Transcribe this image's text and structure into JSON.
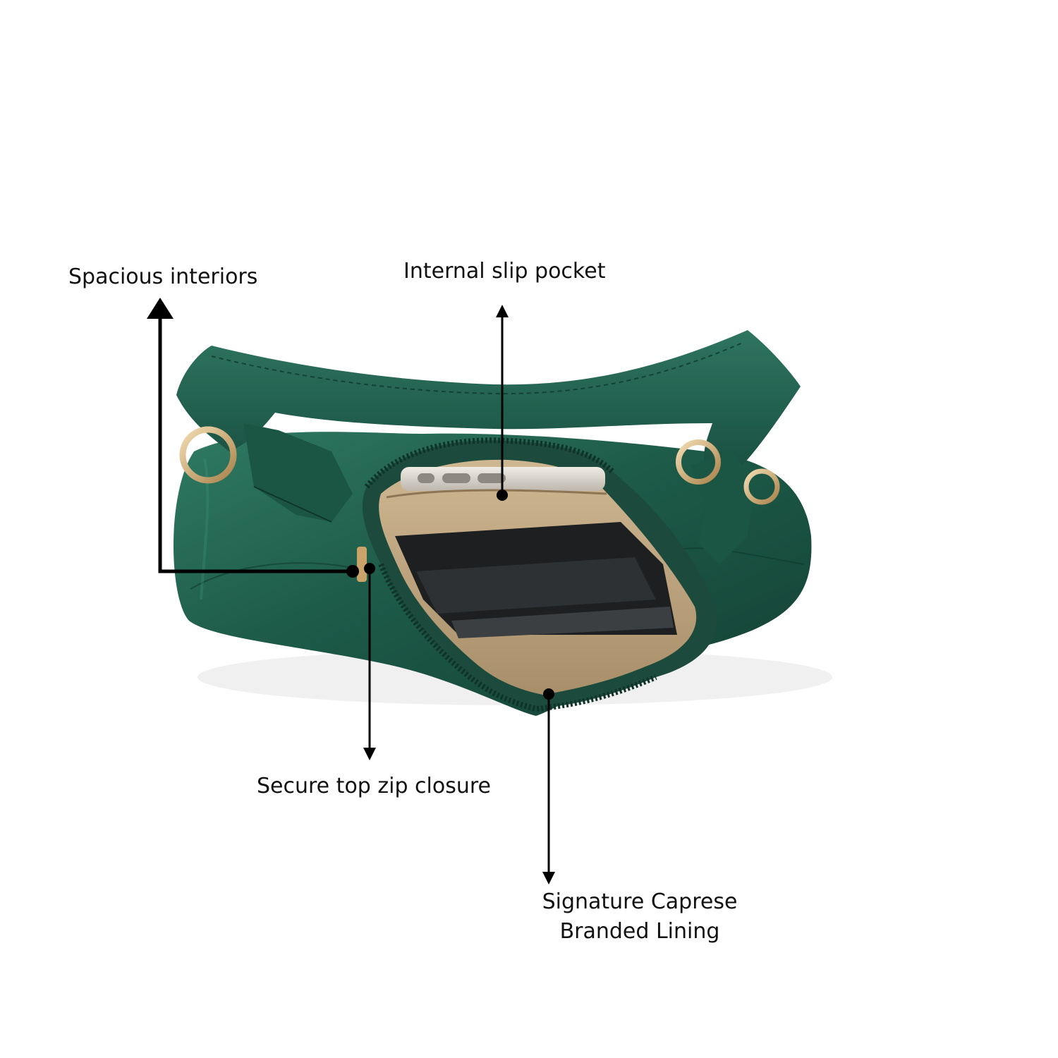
{
  "callouts": {
    "spacious_interiors": "Spacious interiors",
    "internal_slip_pocket": "Internal slip pocket",
    "secure_zip_closure": "Secure top zip closure",
    "branded_lining_line1": "Signature Caprese",
    "branded_lining_line2": "Branded Lining"
  },
  "colors": {
    "leather_green": "#1f5c4a",
    "lining_beige": "#b8a07c",
    "hardware_gold": "#c9a36a",
    "annotation": "#000000"
  }
}
